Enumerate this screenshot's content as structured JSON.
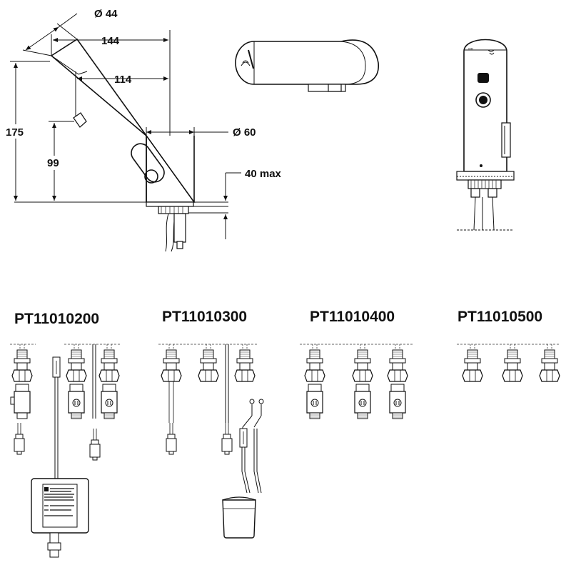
{
  "dimensions": {
    "spout_diameter": "Ø 44",
    "width_overall": "144",
    "width_sensor": "114",
    "base_diameter": "Ø 60",
    "height_total": "175",
    "height_sensor": "99",
    "deck_thickness": "40 max"
  },
  "models": [
    {
      "code": "PT11010200"
    },
    {
      "code": "PT11010300"
    },
    {
      "code": "PT11010400"
    },
    {
      "code": "PT11010500"
    }
  ]
}
